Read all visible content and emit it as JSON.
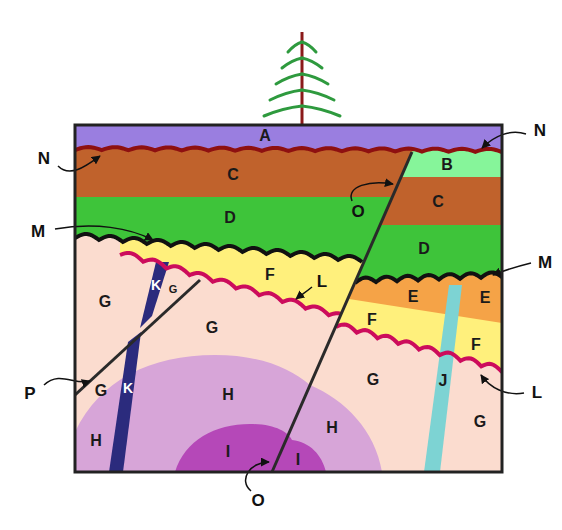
{
  "diagram": {
    "labels": [
      "A",
      "N",
      "N",
      "C",
      "B",
      "C",
      "O",
      "D",
      "D",
      "M",
      "M",
      "F",
      "L",
      "K",
      "G",
      "G",
      "E",
      "E",
      "F",
      "F",
      "G",
      "P",
      "G",
      "K",
      "H",
      "G",
      "J",
      "L",
      "G",
      "H",
      "H",
      "I",
      "I",
      "O"
    ]
  }
}
